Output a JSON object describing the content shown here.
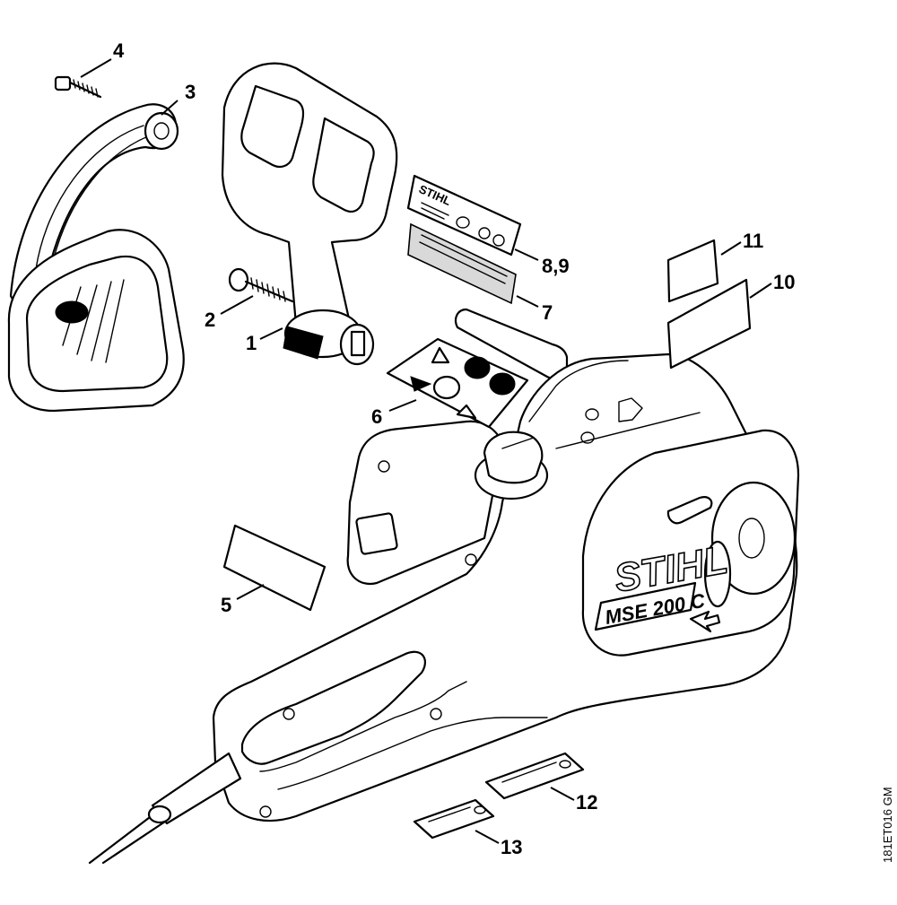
{
  "brand": {
    "logo_text": "STIHL",
    "model_text": "MSE 200 C",
    "sticker_logo_text": "STIHL"
  },
  "callouts": [
    {
      "id": "1",
      "label": "1"
    },
    {
      "id": "2",
      "label": "2"
    },
    {
      "id": "3",
      "label": "3"
    },
    {
      "id": "4",
      "label": "4"
    },
    {
      "id": "5",
      "label": "5"
    },
    {
      "id": "6",
      "label": "6"
    },
    {
      "id": "7",
      "label": "7"
    },
    {
      "id": "8-9",
      "label": "8,9"
    },
    {
      "id": "10",
      "label": "10"
    },
    {
      "id": "11",
      "label": "11"
    },
    {
      "id": "12",
      "label": "12"
    },
    {
      "id": "13",
      "label": "13"
    }
  ],
  "drawing_code": "181ET016 GM"
}
